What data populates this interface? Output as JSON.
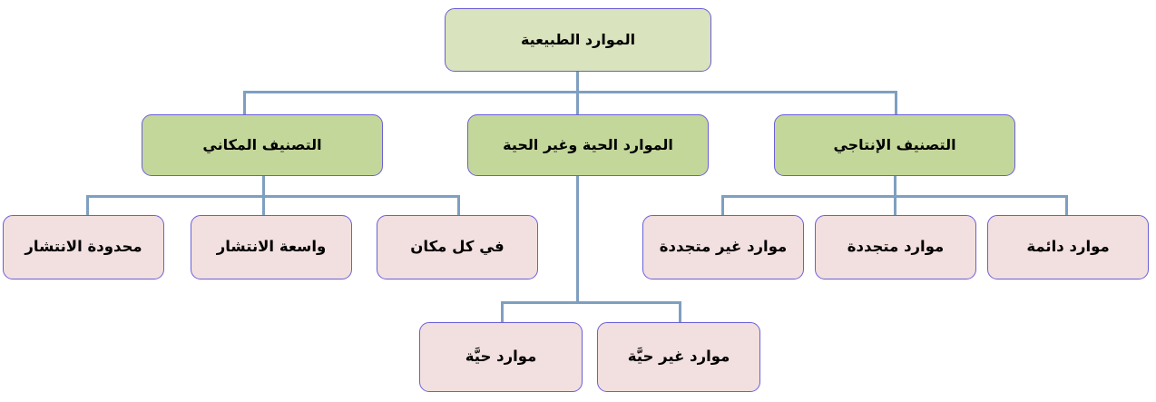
{
  "diagram": {
    "title_node": "الموارد الطبيعية",
    "type": "hierarchy-tree",
    "direction": "rtl",
    "colors": {
      "root_fill": "#d9e3bd",
      "branch_fill": "#c4d79b",
      "leaf_fill": "#f2dfdf",
      "node_border": "#6b5fd6",
      "connector": "#7f9fc0",
      "text": "#000000",
      "background": "#ffffff"
    },
    "nodes": {
      "root": {
        "label": "الموارد الطبيعية"
      },
      "branch_right": {
        "label": "التصنيف المكاني"
      },
      "branch_center": {
        "label": "الموارد الحية وغير الحية"
      },
      "branch_left": {
        "label": "التصنيف الإنتاجي"
      },
      "spatial_leaves": [
        {
          "label": "محدودة الانتشار"
        },
        {
          "label": "واسعة الانتشار"
        },
        {
          "label": "في كل مكان"
        }
      ],
      "productive_leaves": [
        {
          "label": "موارد غير متجددة"
        },
        {
          "label": "موارد متجددة"
        },
        {
          "label": "موارد دائمة"
        }
      ],
      "living_leaves": [
        {
          "label": "موارد حيَّة"
        },
        {
          "label": "موارد غير حيَّة"
        }
      ]
    }
  }
}
